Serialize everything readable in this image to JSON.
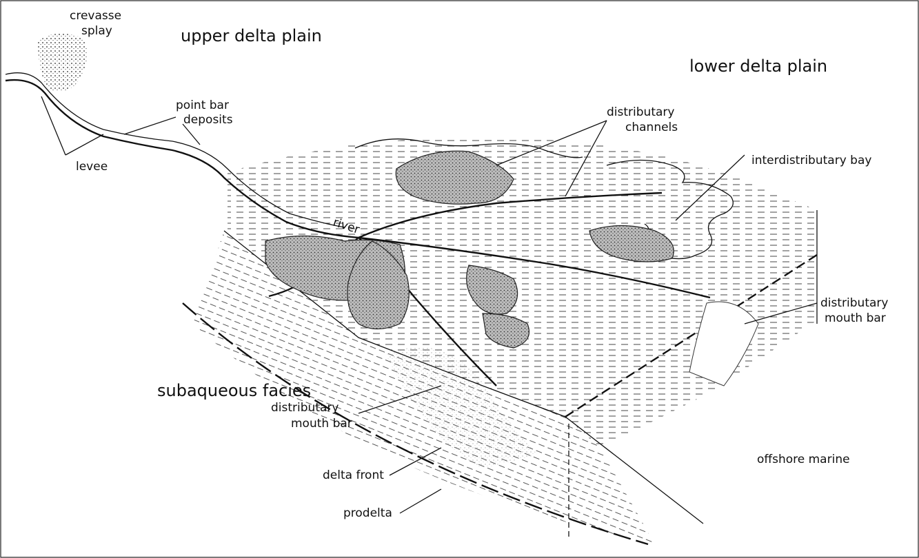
{
  "diagram": {
    "zones": {
      "upper_delta_plain": "upper delta plain",
      "lower_delta_plain": "lower delta plain",
      "subaqueous_facies": "subaqueous facies",
      "offshore_marine": "offshore marine"
    },
    "labels": {
      "crevasse_line1": "crevasse",
      "crevasse_line2": "splay",
      "point_bar_line1": "point bar",
      "point_bar_line2": "deposits",
      "levee": "levee",
      "river": "river",
      "distributary_channels_line1": "distributary",
      "distributary_channels_line2": "channels",
      "interdistributary_bay": "interdistributary bay",
      "mouth_bar_right_line1": "distributary",
      "mouth_bar_right_line2": "mouth bar",
      "mouth_bar_left_line1": "distributary",
      "mouth_bar_left_line2": "mouth bar",
      "delta_front": "delta front",
      "prodelta": "prodelta"
    }
  }
}
